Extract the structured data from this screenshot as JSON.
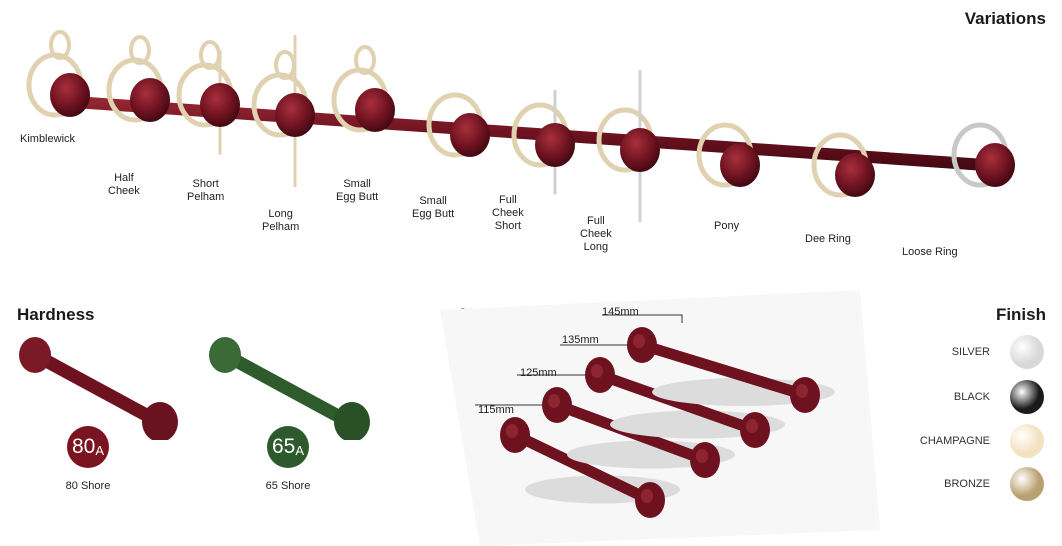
{
  "variations": {
    "title": "Variations",
    "items": [
      {
        "label": "Kimblewick"
      },
      {
        "label": "Half\nCheek"
      },
      {
        "label": "Short\nPelham"
      },
      {
        "label": "Long\nPelham"
      },
      {
        "label": "Small\nEgg Butt"
      },
      {
        "label": "Small\nEgg Butt"
      },
      {
        "label": "Full\nCheek\nShort"
      },
      {
        "label": "Full\nCheek\nLong"
      },
      {
        "label": "Pony"
      },
      {
        "label": "Dee Ring"
      },
      {
        "label": "Loose Ring"
      }
    ]
  },
  "hardness": {
    "title": "Hardness",
    "items": [
      {
        "value": "80",
        "unit": "A",
        "label": "80 Shore",
        "color": "#7a1420"
      },
      {
        "value": "65",
        "unit": "A",
        "label": "65 Shore",
        "color": "#2d5a2d"
      }
    ]
  },
  "measures": {
    "title": "Measures",
    "items": [
      {
        "label": "115mm"
      },
      {
        "label": "125mm"
      },
      {
        "label": "135mm"
      },
      {
        "label": "145mm"
      }
    ]
  },
  "finish": {
    "title": "Finish",
    "items": [
      {
        "label": "SILVER",
        "color": "#d8d8d8"
      },
      {
        "label": "BLACK",
        "color": "#1a1a1a"
      },
      {
        "label": "CHAMPAGNE",
        "color": "#f3e2c0"
      },
      {
        "label": "BRONZE",
        "color": "#b8a070"
      }
    ]
  },
  "colors": {
    "maroon": "#6e1220",
    "green": "#2f5a2c",
    "ring_gold": "#e0d2b0",
    "ring_silver": "#c8c8c8"
  }
}
